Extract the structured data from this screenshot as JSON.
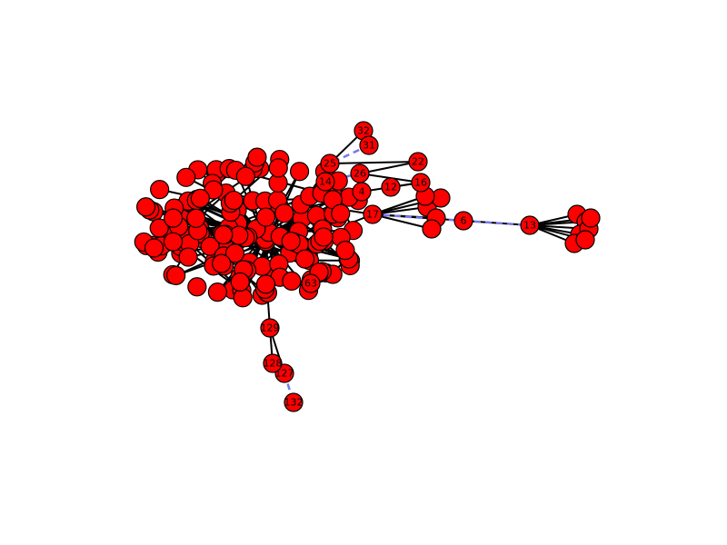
{
  "chart_data": {
    "type": "network",
    "node_fill": "#ff0000",
    "node_stroke": "#000000",
    "edge_color_solid": "#000000",
    "edge_color_dashed": "#7777ee",
    "labeled_nodes": [
      {
        "id": "n32",
        "label": "32"
      },
      {
        "id": "n31",
        "label": "31"
      },
      {
        "id": "n25",
        "label": "25"
      },
      {
        "id": "n22",
        "label": "22"
      },
      {
        "id": "n26",
        "label": "26"
      },
      {
        "id": "n16",
        "label": "16"
      },
      {
        "id": "n14",
        "label": "14"
      },
      {
        "id": "n4",
        "label": "4"
      },
      {
        "id": "n12",
        "label": "12"
      },
      {
        "id": "n17",
        "label": "17"
      },
      {
        "id": "n6",
        "label": "6"
      },
      {
        "id": "n13",
        "label": "13"
      },
      {
        "id": "n129",
        "label": "129"
      },
      {
        "id": "n127",
        "label": "127"
      },
      {
        "id": "n128",
        "label": "128"
      },
      {
        "id": "n132",
        "label": "132"
      },
      {
        "id": "n63",
        "label": "63"
      }
    ],
    "cluster_nodes": 150,
    "edges_solid": [
      [
        "n32",
        "n25"
      ],
      [
        "n25",
        "n22"
      ],
      [
        "n26",
        "n22"
      ],
      [
        "n26",
        "n16"
      ],
      [
        "n4",
        "n16"
      ],
      [
        "n12",
        "n16"
      ],
      [
        "n17",
        "n6"
      ],
      [
        "n6",
        "n13"
      ],
      [
        "n129",
        "n127"
      ],
      [
        "n129",
        "n128"
      ]
    ],
    "edges_dashed": [
      [
        "n31",
        "n25"
      ],
      [
        "n14",
        "n26"
      ],
      [
        "n17",
        "n6"
      ],
      [
        "n6",
        "n13"
      ],
      [
        "n127",
        "n132"
      ]
    ]
  }
}
